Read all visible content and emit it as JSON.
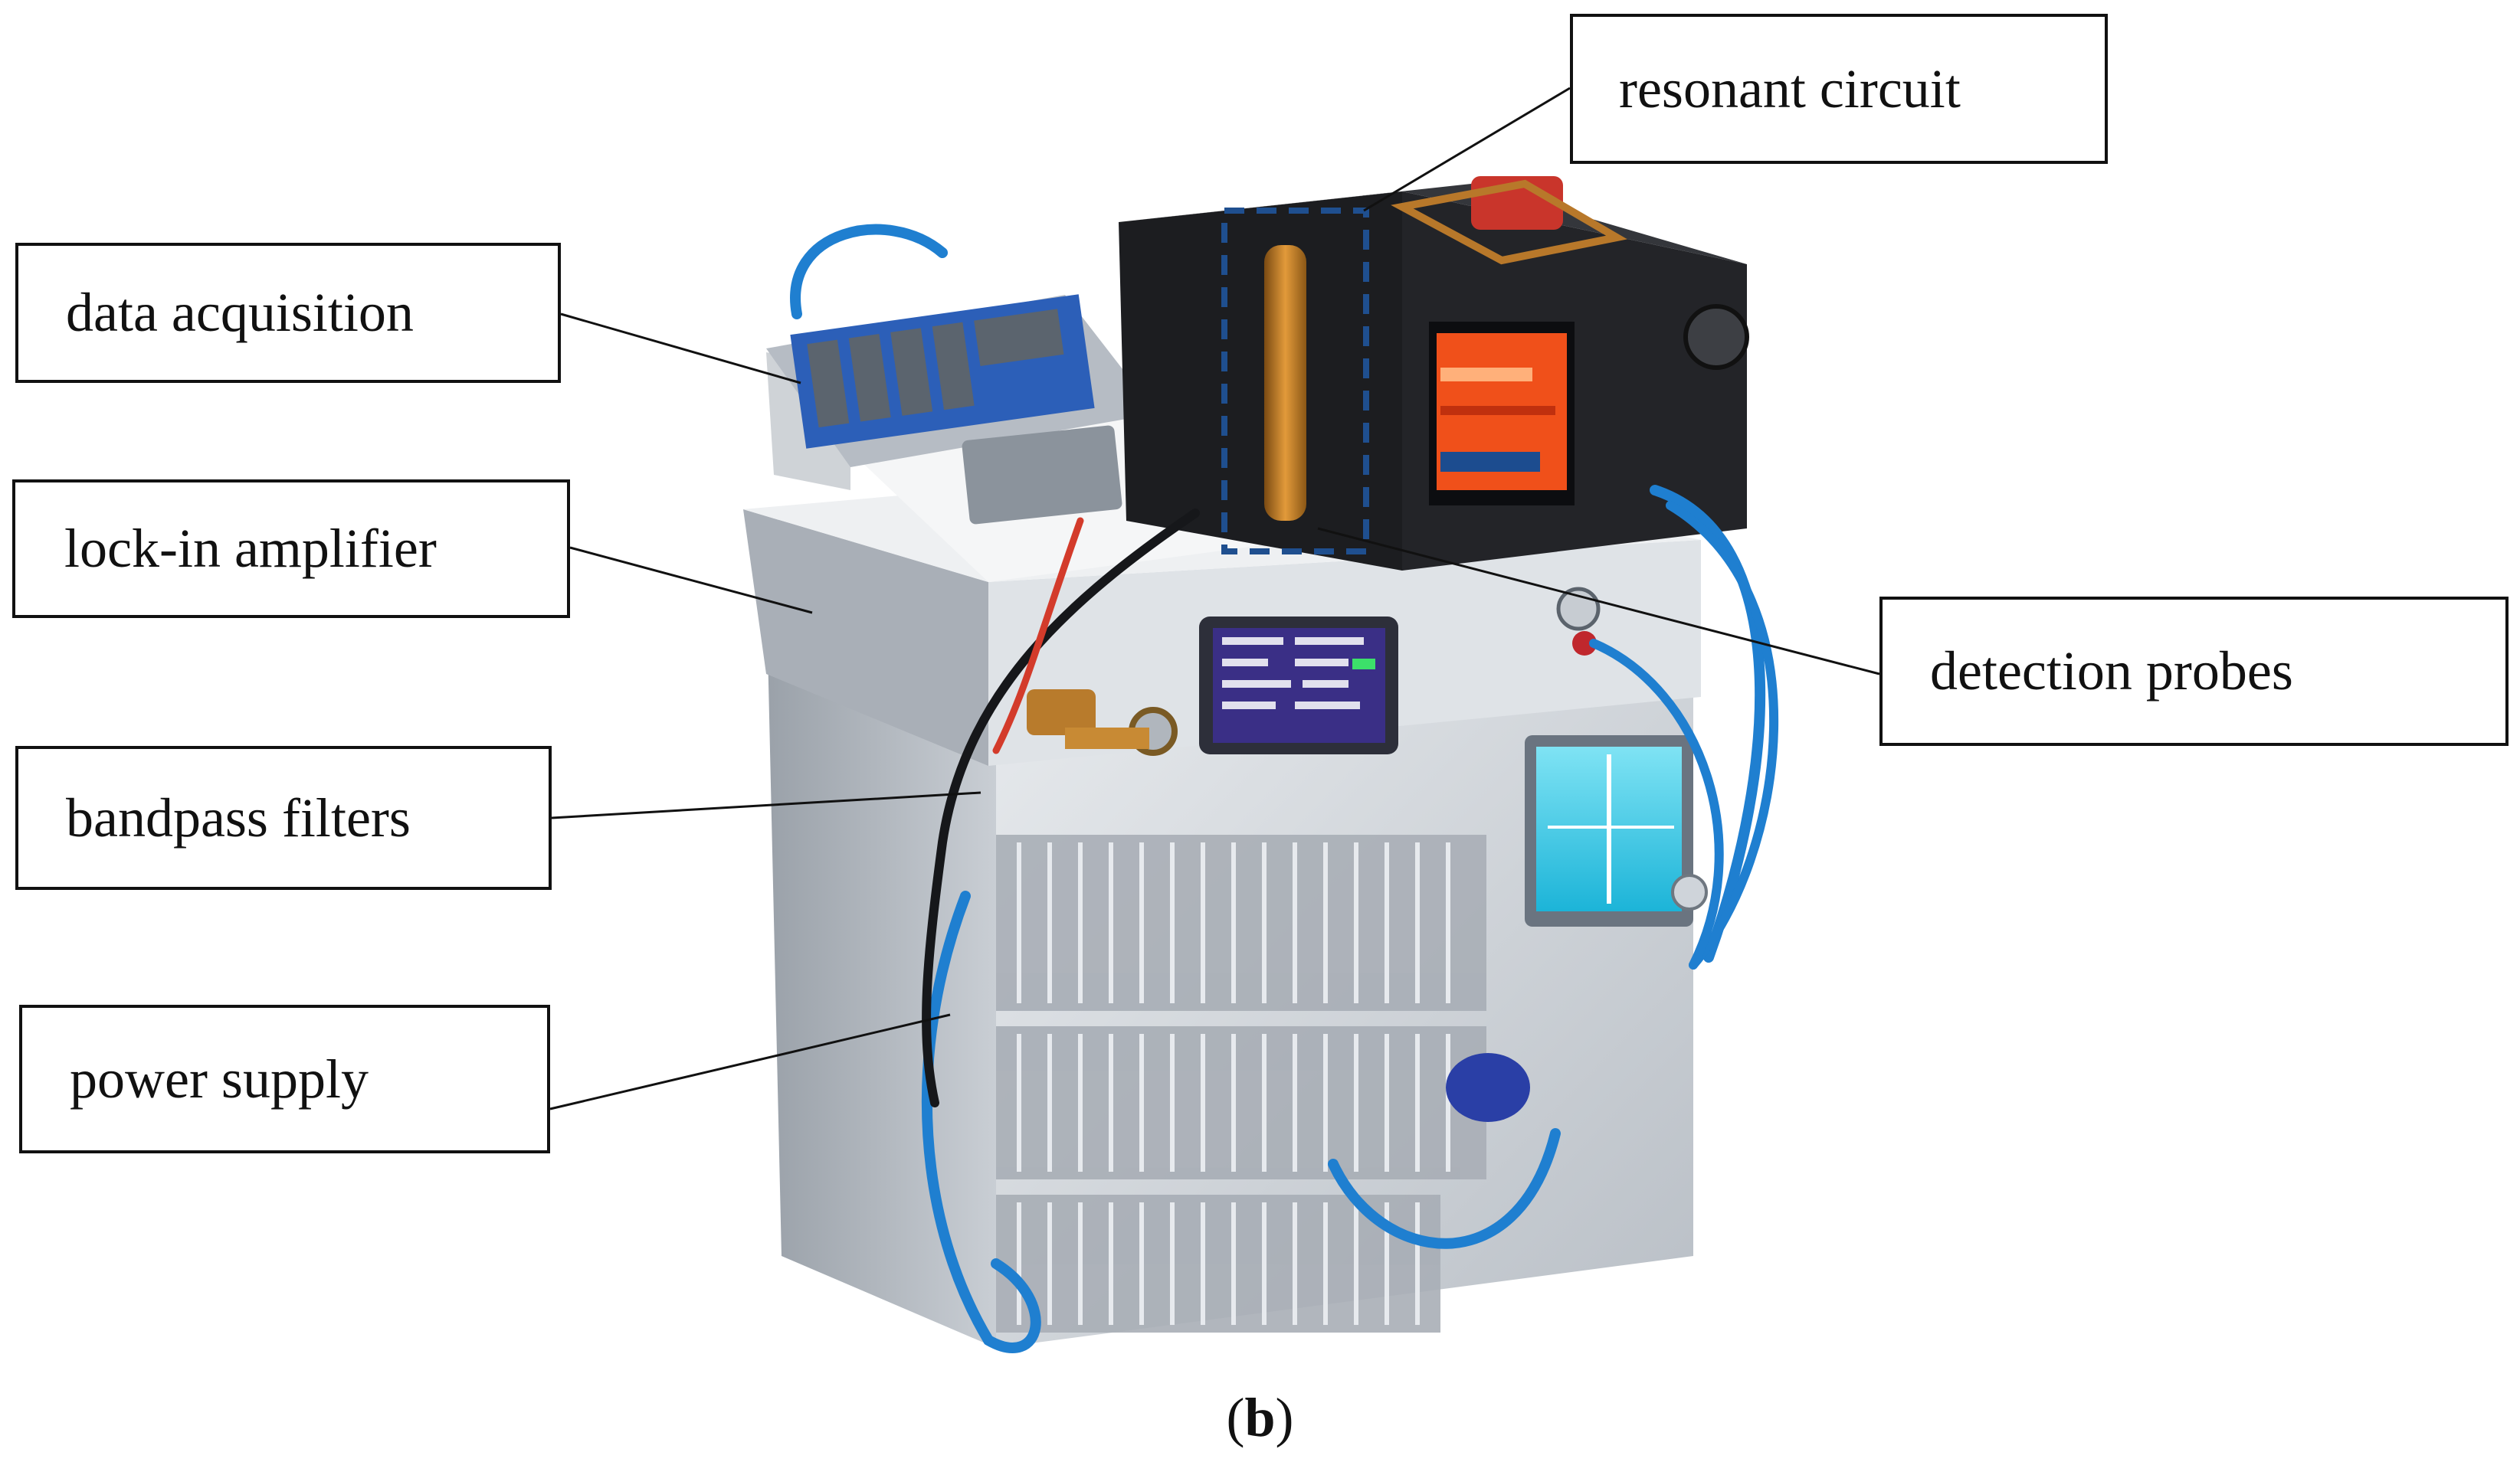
{
  "labels": {
    "data_acquisition": "data acquisition",
    "lock_in_amplifier": "lock-in amplifier",
    "bandpass_filters": "bandpass filters",
    "power_supply": "power supply",
    "resonant_circuit": "resonant circuit",
    "detection_probes": "detection probes"
  },
  "caption": {
    "open": "(",
    "letter": "b",
    "close": ")"
  },
  "colors": {
    "cable_blue": "#1f7fd0",
    "enclosure_gray": "#d9dde2",
    "screen_orange": "#f0501a",
    "screen_cyan": "#29c9e6",
    "highlight_dash": "#1f4f8f"
  }
}
